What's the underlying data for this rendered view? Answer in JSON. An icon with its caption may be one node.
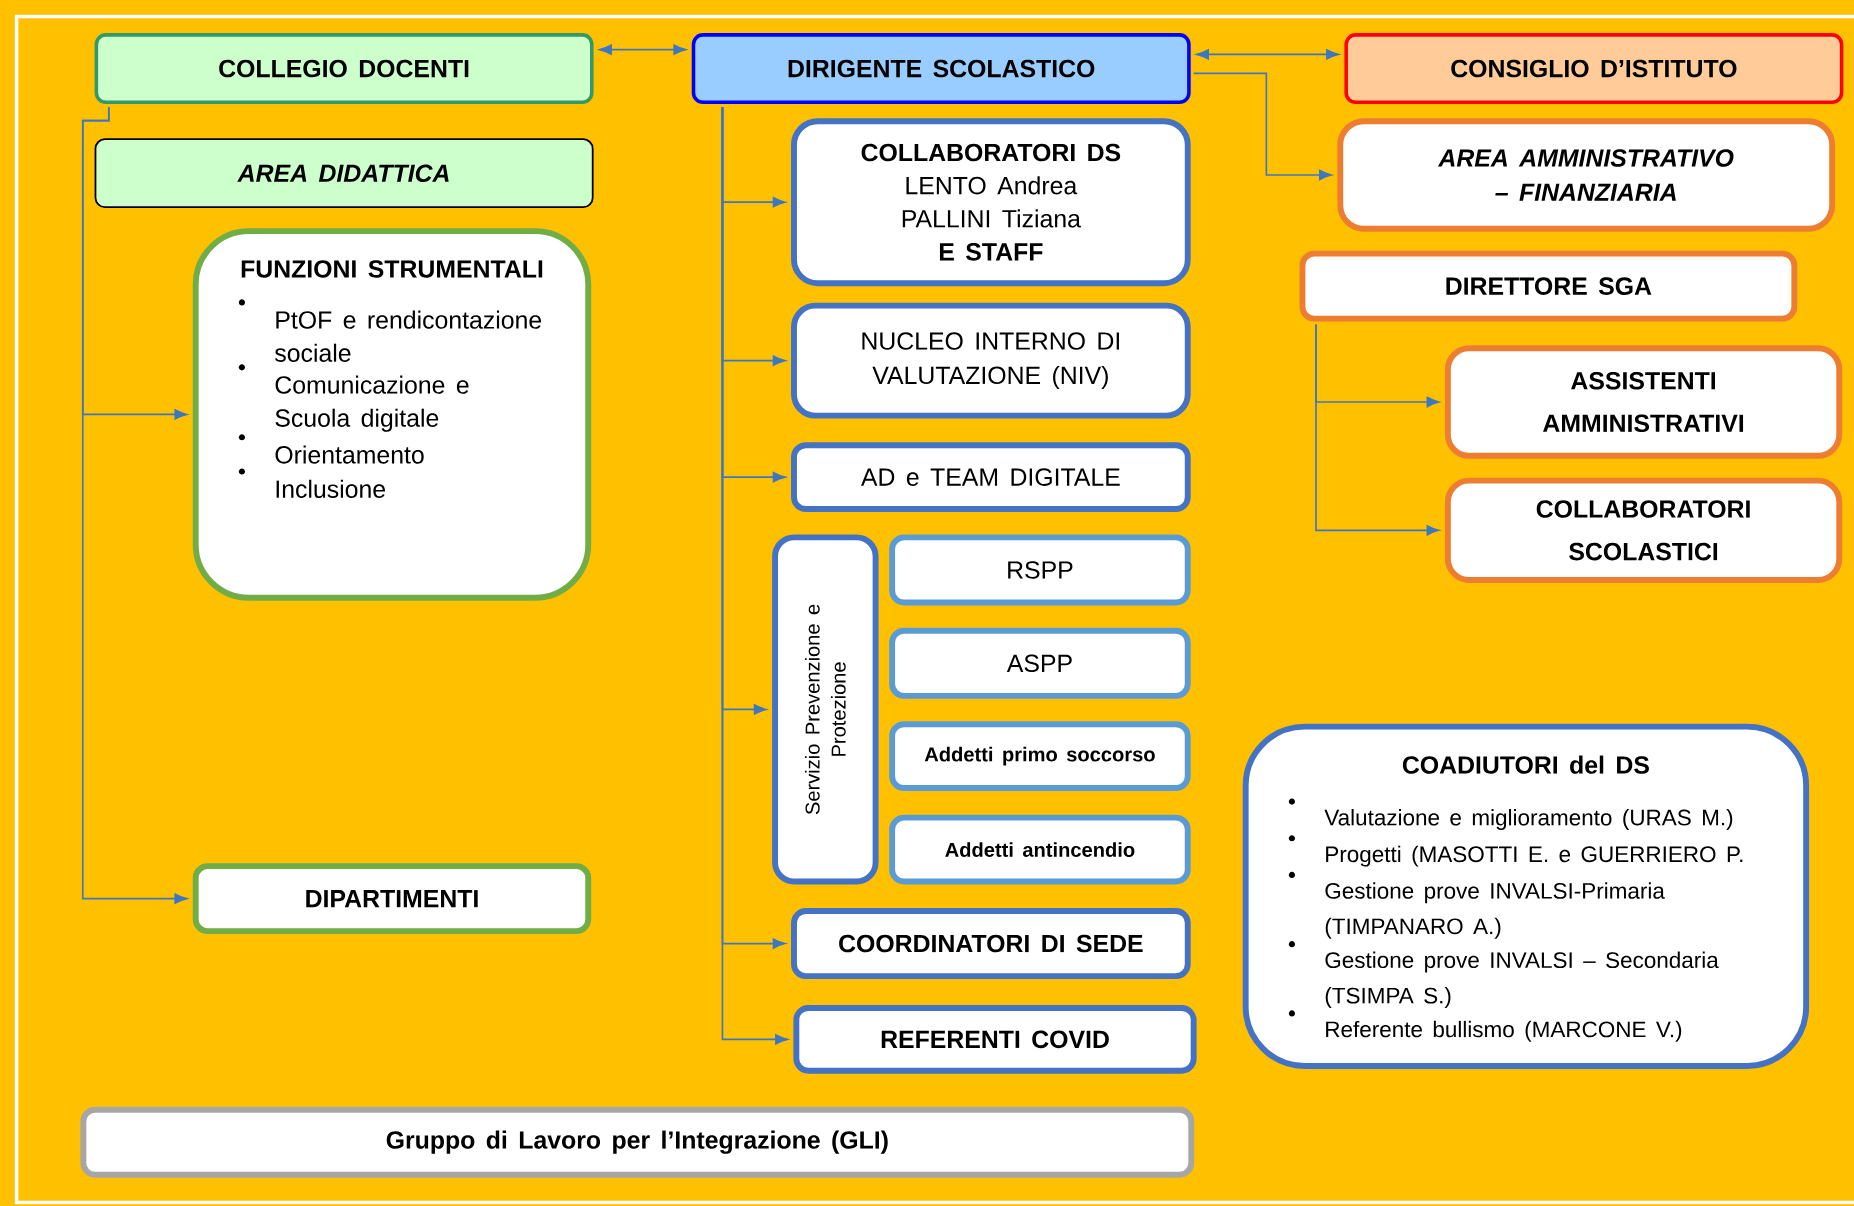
{
  "diagram": {
    "nodes": [
      {
        "text": [
          "COLLEGIO DOCENTI"
        ]
      },
      {
        "text": [
          "DIRIGENTE SCOLASTICO"
        ]
      },
      {
        "text": [
          "CONSIGLIO D’ISTITUTO"
        ]
      },
      {
        "text": [
          "AREA DIDATTICA"
        ]
      },
      {
        "text": [
          "FUNZIONI STRUMENTALI",
          "PtOF e rendicontazione sociale",
          "Comunicazione e Scuola digitale",
          "Orientamento",
          "Inclusione"
        ]
      },
      {
        "text": [
          "COLLABORATORI DS",
          "LENTO Andrea",
          "PALLINI Tiziana",
          "E STAFF"
        ]
      },
      {
        "text": [
          "AREA AMMINISTRATIVO – FINANZIARIA"
        ]
      },
      {
        "text": [
          "DIRETTORE SGA"
        ]
      },
      {
        "text": [
          "NUCLEO INTERNO DI VALUTAZIONE (NIV)"
        ]
      },
      {
        "text": [
          "ASSISTENTI AMMINISTRATIVI"
        ]
      },
      {
        "text": [
          "AD e TEAM DIGITALE"
        ]
      },
      {
        "text": [
          "COLLABORATORI SCOLASTICI"
        ]
      },
      {
        "text": [
          "Servizio Prevenzione e Protezione"
        ]
      },
      {
        "text": [
          "RSPP"
        ]
      },
      {
        "text": [
          "ASPP"
        ]
      },
      {
        "text": [
          "Addetti primo soccorso"
        ]
      },
      {
        "text": [
          "Addetti antincendio"
        ]
      },
      {
        "text": [
          "COADIUTORI del DS",
          "Valutazione e miglioramento (URAS M.)",
          "Progetti (MASOTTI E. e GUERRIERO P.",
          "Gestione prove INVALSI-Primaria (TIMPANARO A.)",
          "Gestione prove INVALSI – Secondaria (TSIMPA S.)",
          "Referente bullismo (MARCONE V.)"
        ]
      },
      {
        "text": [
          "DIPARTIMENTI"
        ]
      },
      {
        "text": [
          "COORDINATORI DI SEDE"
        ]
      },
      {
        "text": [
          "REFERENTI COVID"
        ]
      },
      {
        "text": [
          "Gruppo di Lavoro per l’Integrazione (GLI)"
        ]
      }
    ],
    "edges": [
      {
        "from": 0,
        "to": 1,
        "arrow": "both"
      },
      {
        "from": 1,
        "to": 2,
        "arrow": "both"
      },
      {
        "from": 1,
        "to": 6,
        "arrow": "to"
      },
      {
        "from": 0,
        "to": 4,
        "arrow": "to"
      },
      {
        "from": 0,
        "to": 18,
        "arrow": "to"
      },
      {
        "from": 1,
        "to": 5,
        "arrow": "to"
      },
      {
        "from": 1,
        "to": 8,
        "arrow": "to"
      },
      {
        "from": 1,
        "to": 10,
        "arrow": "to"
      },
      {
        "from": 1,
        "to": 12,
        "arrow": "to"
      },
      {
        "from": 1,
        "to": 19,
        "arrow": "to"
      },
      {
        "from": 1,
        "to": 20,
        "arrow": "to"
      },
      {
        "from": 7,
        "to": 9,
        "arrow": "to"
      },
      {
        "from": 7,
        "to": 11,
        "arrow": "to"
      }
    ]
  }
}
